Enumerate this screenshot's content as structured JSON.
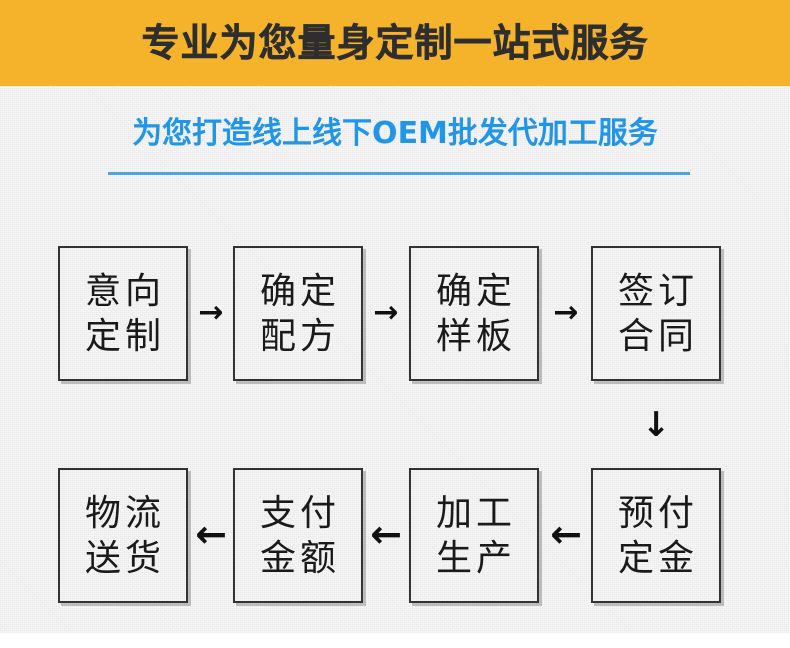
{
  "header": {
    "title": "专业为您量身定制一站式服务",
    "background_color": "#f5b32c",
    "text_color": "#2e2e2e"
  },
  "subtitle": {
    "text": "为您打造线上线下OEM批发代加工服务",
    "color": "#2196e8",
    "rule_color": "#4da3e8"
  },
  "flow": {
    "row1": [
      {
        "line1": "意向",
        "line2": "定制"
      },
      {
        "line1": "确定",
        "line2": "配方"
      },
      {
        "line1": "确定",
        "line2": "样板"
      },
      {
        "line1": "签订",
        "line2": "合同"
      }
    ],
    "row2": [
      {
        "line1": "物流",
        "line2": "送货"
      },
      {
        "line1": "支付",
        "line2": "金额"
      },
      {
        "line1": "加工",
        "line2": "生产"
      },
      {
        "line1": "预付",
        "line2": "定金"
      }
    ],
    "arrows": {
      "right": "→",
      "down": "↓",
      "left": "←"
    },
    "box_border_color": "#333333",
    "box_text_color": "#1a1a1a"
  },
  "canvas": {
    "background_color": "#f8f8f9"
  }
}
